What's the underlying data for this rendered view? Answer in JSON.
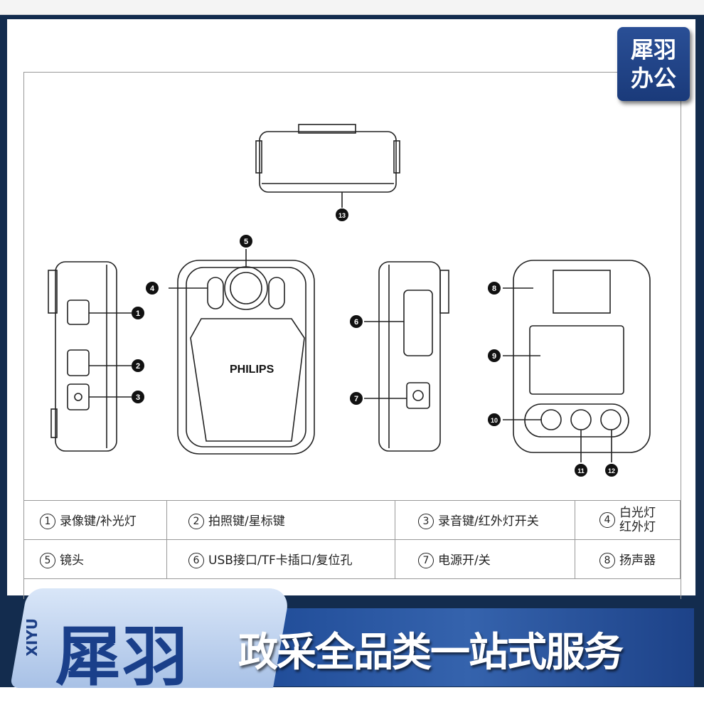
{
  "logo": {
    "line1": "犀羽",
    "line2": "办公"
  },
  "device": {
    "brand_label": "PHILIPS"
  },
  "callouts": [
    "1",
    "2",
    "3",
    "4",
    "5",
    "6",
    "7",
    "8",
    "9",
    "10",
    "11",
    "12",
    "13"
  ],
  "table": {
    "rows": [
      [
        {
          "num": "1",
          "text": "录像键/补光灯"
        },
        {
          "num": "2",
          "text": "拍照键/星标键"
        },
        {
          "num": "3",
          "text": "录音键/红外灯开关"
        },
        {
          "num": "4",
          "text": "白光灯",
          "text2": "红外灯"
        }
      ],
      [
        {
          "num": "5",
          "text": "镜头"
        },
        {
          "num": "6",
          "text": "USB接口/TF卡插口/复位孔"
        },
        {
          "num": "7",
          "text": "电源开/关"
        },
        {
          "num": "8",
          "text": "扬声器"
        }
      ]
    ]
  },
  "banner": {
    "xiyu": "XIYU",
    "brand": "犀羽",
    "slogan": "政采全品类一站式服务"
  },
  "colors": {
    "frame": "#132c4e",
    "banner_blue": "#2a58a4",
    "brand_blue": "#1a3f8a"
  }
}
